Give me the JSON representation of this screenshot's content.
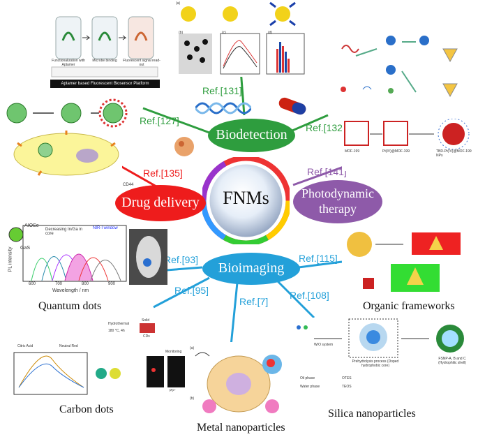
{
  "center": {
    "label": "FNMs"
  },
  "hubs": {
    "biodetection": {
      "label": "Biodetection",
      "color": "#2e9d3e"
    },
    "drug_delivery": {
      "label": "Drug delivery",
      "color": "#ee1c1c"
    },
    "photodynamic": {
      "label_line1": "Photodynamic",
      "label_line2": "therapy",
      "color": "#8e5aa9"
    },
    "bioimaging": {
      "label": "Bioimaging",
      "color": "#23a0d9"
    }
  },
  "refs": {
    "r131": "Ref.[131]",
    "r127": "Ref.[127]",
    "r132": "Ref.[132]",
    "r135": "Ref.[135]",
    "r141": "Ref.[141]",
    "r93": "Ref.[93]",
    "r115": "Ref.[115]",
    "r95": "Ref.[95]",
    "r7": "Ref.[7]",
    "r108": "Ref.[108]"
  },
  "captions": {
    "quantum_dots": "Quantum dots",
    "organic_frameworks": "Organic frameworks",
    "carbon_dots": "Carbon dots",
    "metal_nanoparticles": "Metal nanoparticles",
    "silica_nanoparticles": "Silica nanoparticles"
  },
  "panels": {
    "aptamer": {
      "title": "Aptamer based Fluorescent Biosensor Platform",
      "steps": [
        "Functionalization with Aptamer",
        "Microbe binding",
        "Fluorescent signal read-out"
      ]
    },
    "nanoparticle": {
      "tags": [
        "(a)",
        "(b)",
        "(c)",
        "(d)"
      ]
    },
    "mof": {
      "labels": [
        "MOF-199",
        "Pt(IV)@MOF-199",
        "TBD-Pt(IV)@MOF-199 NPs",
        "CD44"
      ]
    },
    "qd": {
      "label_core": "AIOSe",
      "label_shell": "GaS",
      "note": "Decreasing In/Ga in core",
      "window": "NIR-I window",
      "xlabel": "Wavelength / nm",
      "ylabel": "PL intensity",
      "ticks": [
        "600",
        "700",
        "800",
        "900"
      ]
    },
    "carbon": {
      "labels": [
        "Citric Acid",
        "Neutral Red",
        "Hydrothermal",
        "180 °C, 4h",
        "Solid",
        "CDs",
        "Monitoring",
        "Pt²⁺"
      ]
    },
    "silica": {
      "labels": [
        "W/O system",
        "Prehydrolysis process (Doped hydrophobic core)",
        "FSNP-A, B and C (Hydrophilic shell)",
        "Oil phase",
        "Water phase",
        "OTES",
        "TEOS"
      ]
    },
    "metal": {
      "tags": [
        "(a)",
        "(b)"
      ]
    }
  }
}
